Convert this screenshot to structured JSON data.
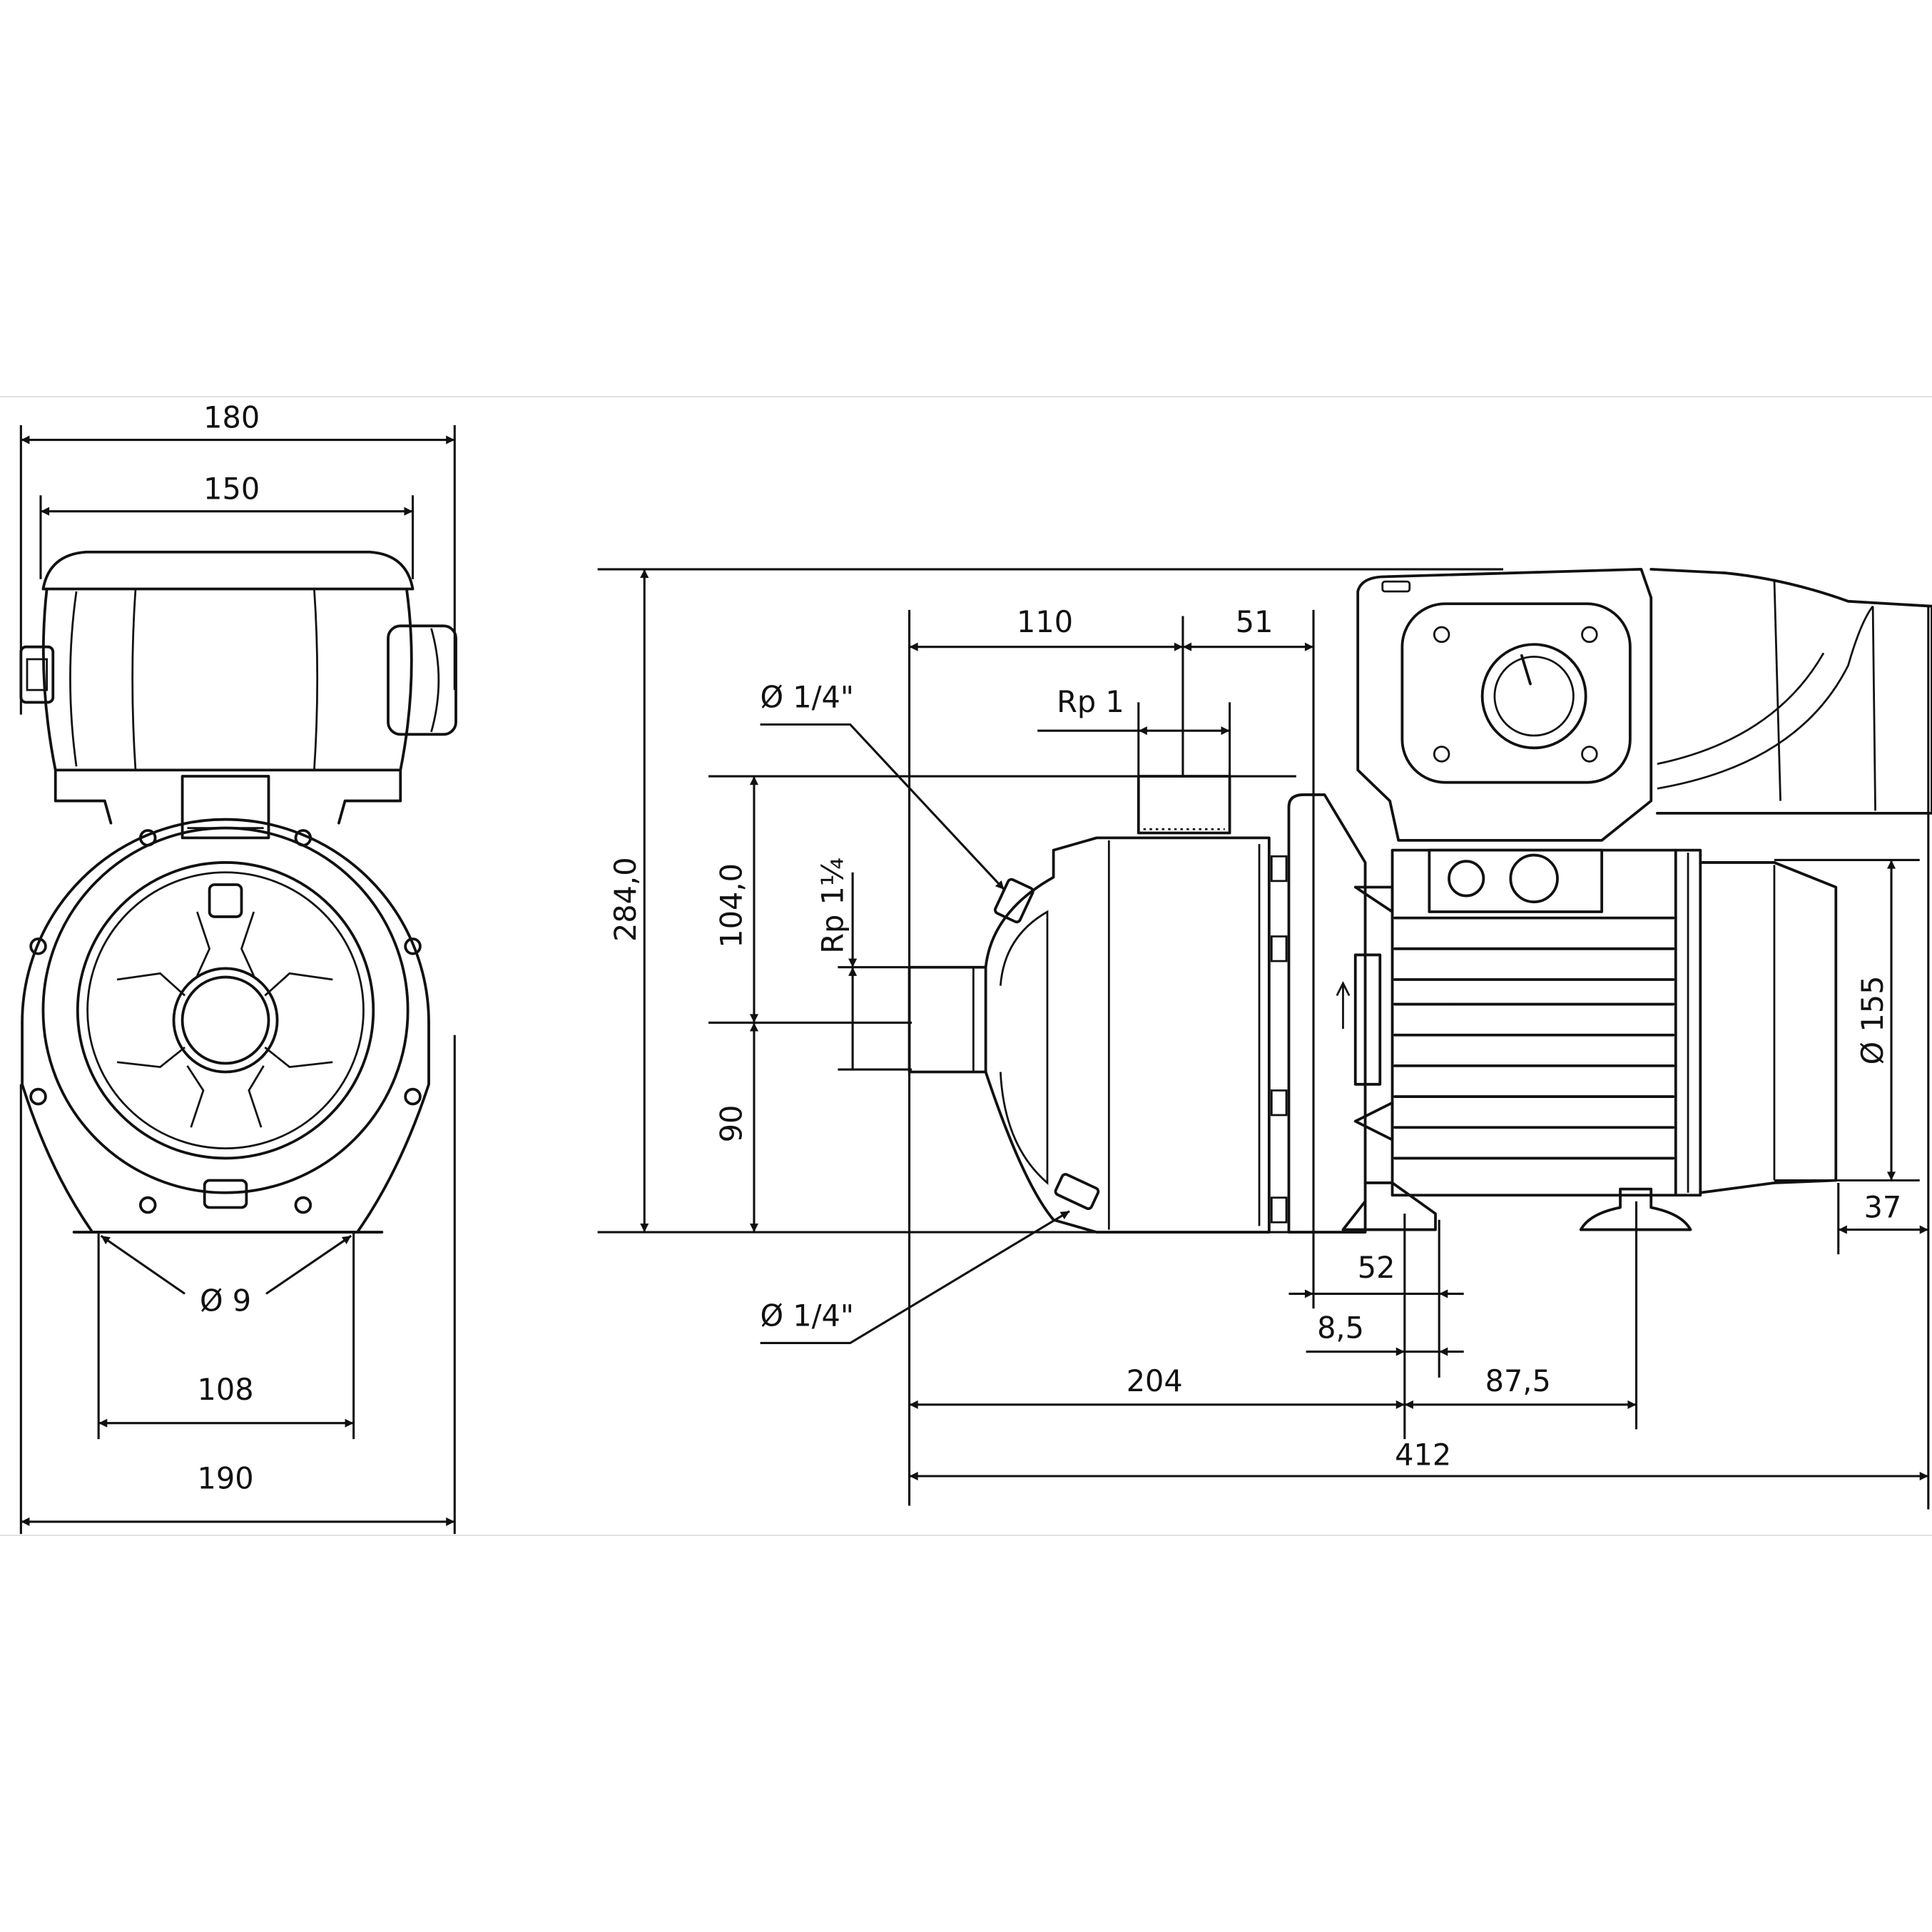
{
  "front_view": {
    "dim_overall_width": "180",
    "dim_box_width": "150",
    "dim_hole": "Ø 9",
    "dim_foot_spacing": "108",
    "dim_base_width": "190"
  },
  "side_view": {
    "dim_total_height": "284,0",
    "dim_outlet_height": "104,0",
    "dim_axis_height": "90",
    "dim_inlet_thread": "Rp 1¼",
    "dim_outlet_offset": "110",
    "dim_outlet_to_flange": "51",
    "dim_outlet_thread": "Rp 1",
    "dim_vent_top": "Ø 1/4\"",
    "dim_drain_bottom": "Ø 1/4\"",
    "dim_foot_52": "52",
    "dim_foot_8_5": "8,5",
    "dim_inlet_to_foot": "204",
    "dim_foot_spacing": "87,5",
    "dim_total_length": "412",
    "dim_motor_diameter": "Ø 155",
    "dim_fan_overhang": "37"
  }
}
